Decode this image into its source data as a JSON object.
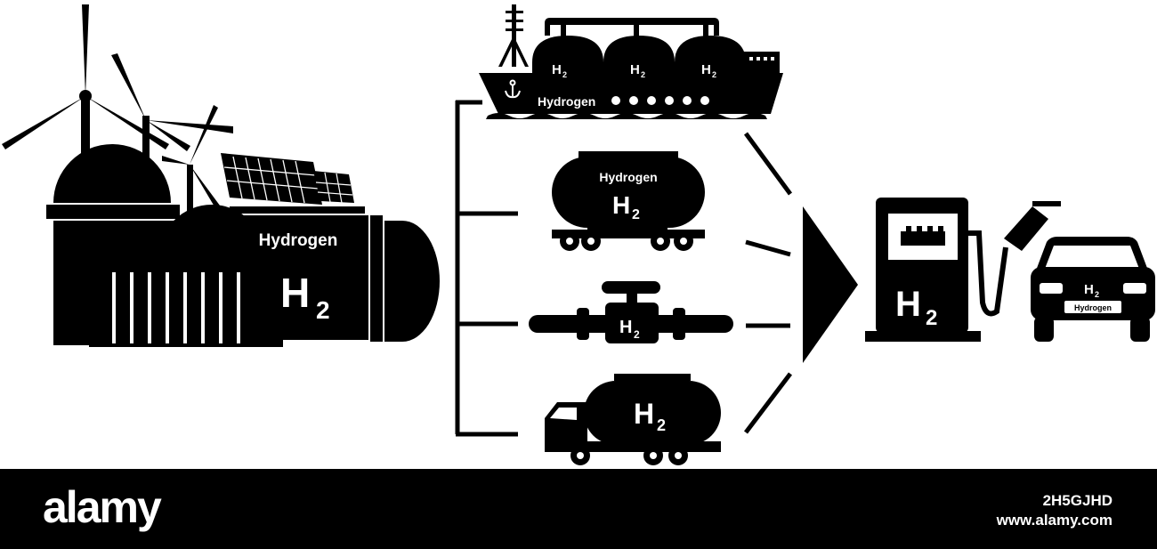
{
  "labels": {
    "plant_tank_name": "Hydrogen",
    "plant_tank_formula": "H",
    "plant_tank_sub": "2",
    "ship_dome_formula": "H",
    "ship_dome_sub": "2",
    "ship_hull_name": "Hydrogen",
    "rail_tank_name": "Hydrogen",
    "rail_tank_formula": "H",
    "rail_tank_sub": "2",
    "pipeline_formula": "H",
    "pipeline_sub": "2",
    "truck_tank_formula": "H",
    "truck_tank_sub": "2",
    "station_formula": "H",
    "station_sub": "2",
    "car_formula": "H",
    "car_sub": "2",
    "car_plate": "Hydrogen"
  },
  "footer": {
    "brand": "alamy",
    "image_id": "2H5GJHD",
    "url": "www.alamy.com"
  },
  "colors": {
    "ink": "#000000",
    "paper": "#ffffff"
  }
}
